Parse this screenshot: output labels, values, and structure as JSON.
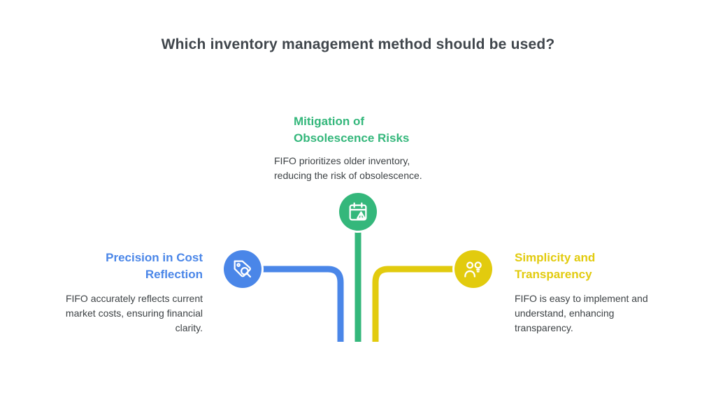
{
  "title": "Which inventory management method should be used?",
  "colors": {
    "blue": "#4a86e8",
    "green": "#34b77b",
    "yellow": "#e2cb0e",
    "body_text": "#3d4245",
    "title_text": "#40464c"
  },
  "branches": {
    "top": {
      "heading": "Mitigation of\nObsolescence Risks",
      "body": "FIFO prioritizes older inventory,\nreducing the risk of obsolescence.",
      "icon": "calendar-warning-icon"
    },
    "left": {
      "heading": "Precision in Cost\nReflection",
      "body": "FIFO accurately reflects current\nmarket costs, ensuring financial\nclarity.",
      "icon": "tag-search-icon"
    },
    "right": {
      "heading": "Simplicity and\nTransparency",
      "body": "FIFO is easy to implement and\nunderstand, enhancing\ntransparency.",
      "icon": "people-idea-icon"
    }
  }
}
